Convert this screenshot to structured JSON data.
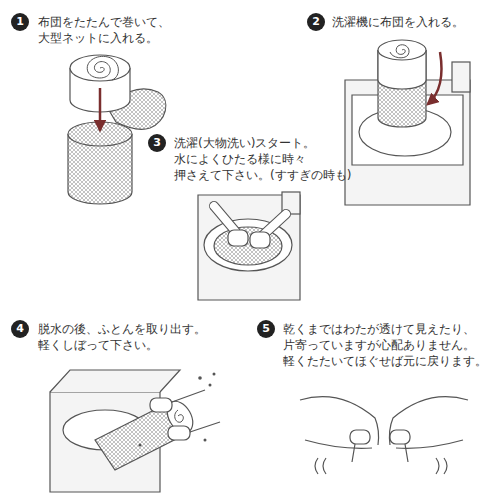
{
  "diagram": {
    "labels": [
      "1",
      "布団をたたんで巻いて、 大型ネットに入れる。",
      "2",
      "洗濯機に布団を入れる。",
      "3",
      "洗濯(大物洗い)スタート。 水によくひたる様に時々 押さえて下さい。(すすぎの時も)",
      "4",
      "脱水の後、ふとんを取り出す。 軽くしぼって下さい。",
      "5",
      "乾くまではわたが透けて見えたり、 片寄っていますが心配ありません。 軽くたたいてほぐせば元に戻ります。"
    ]
  }
}
